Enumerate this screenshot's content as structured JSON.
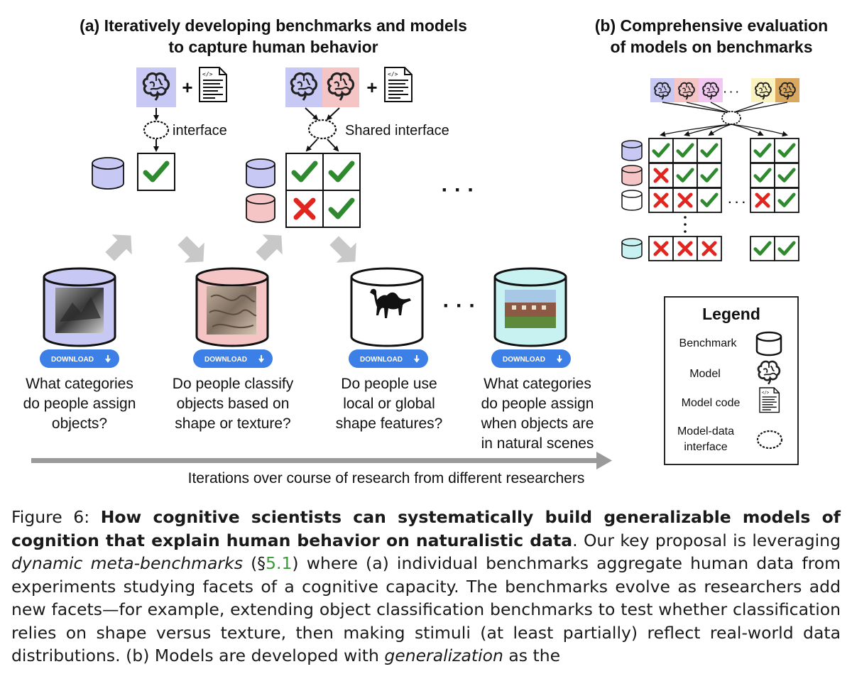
{
  "panel_a": {
    "title_line1": "(a) Iteratively developing benchmarks and models",
    "title_line2": "to capture human behavior",
    "plus": "+",
    "interface_label": "interface",
    "shared_interface_label": "Shared interface",
    "ellipsis": "· · ·"
  },
  "panel_b": {
    "title_line1": "(b) Comprehensive evaluation",
    "title_line2": "of models on benchmarks",
    "grid_left": [
      [
        "check",
        "check",
        "check"
      ],
      [
        "cross",
        "check",
        "check"
      ],
      [
        "cross",
        "cross",
        "check"
      ],
      [
        "cross",
        "cross",
        "cross"
      ]
    ],
    "grid_right": [
      [
        "check",
        "check"
      ],
      [
        "check",
        "check"
      ],
      [
        "cross",
        "check"
      ],
      [
        "check",
        "check"
      ]
    ],
    "row_colors": [
      "#c8c8f5",
      "#f5c5c5",
      "#ffffff",
      "#c8f2f2"
    ],
    "model_colors": [
      "#c8c8f5",
      "#f5c5c5",
      "#f2c8f2",
      "#fbf3bf",
      "#d9a85e"
    ]
  },
  "benchmarks": [
    {
      "question_line1": "What categories",
      "question_line2": "do people assign",
      "question_line3": "objects?",
      "question_line4": "",
      "color": "#c8c8f5",
      "download": "DOWNLOAD"
    },
    {
      "question_line1": "Do people classify",
      "question_line2": "objects based on",
      "question_line3": "shape or texture?",
      "question_line4": "",
      "color": "#f5c5c5",
      "download": "DOWNLOAD"
    },
    {
      "question_line1": "Do people use",
      "question_line2": "local or global",
      "question_line3": "shape features?",
      "question_line4": "",
      "color": "#ffffff",
      "download": "DOWNLOAD"
    },
    {
      "question_line1": "What categories",
      "question_line2": "do people assign",
      "question_line3": "when objects are",
      "question_line4": "in natural scenes",
      "color": "#c8f2f2",
      "download": "DOWNLOAD"
    }
  ],
  "axis_label": "Iterations over course of research from different researchers",
  "legend": {
    "title": "Legend",
    "benchmark": "Benchmark",
    "model": "Model",
    "model_code": "Model code",
    "interface_line1": "Model-data",
    "interface_line2": "interface"
  },
  "caption": {
    "fig_label": "Figure 6:",
    "bold": "How cognitive scientists can systematically build generalizable models of cognition that explain human behavior on naturalistic data",
    "t1": ". Our key proposal is leveraging ",
    "em1": "dynamic meta-benchmarks",
    "t2": " (§",
    "ref": "5.1",
    "t3": ") where (a) individual benchmarks aggregate human data from experiments studying facets of a cognitive capacity. The benchmarks evolve as researchers add new facets—for example, extending object classification benchmarks to test whether classification relies on shape versus texture, then making stimuli (at least partially) reflect real-world data distributions. (b) Models are developed with ",
    "em2": "generalization",
    "t4": " as the"
  }
}
